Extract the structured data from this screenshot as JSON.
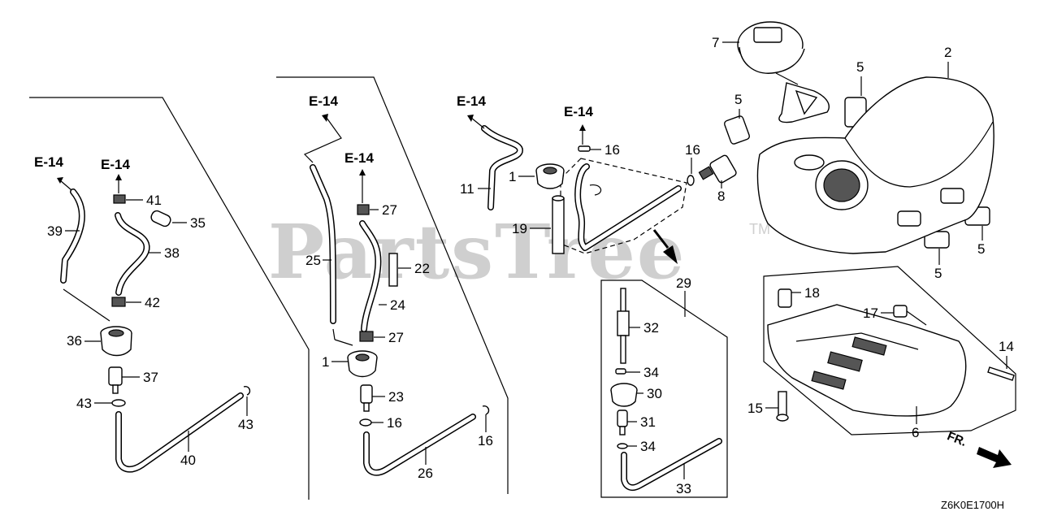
{
  "watermark": "PartsTree",
  "trademark": "TM",
  "diagram_code": "Z6K0E1700H",
  "front_indicator": "FR.",
  "references": {
    "r1": "E-14",
    "r2": "E-14",
    "r3": "E-14",
    "r4": "E-14",
    "r5": "E-14",
    "r6": "E-14"
  },
  "callouts": {
    "c39": "39",
    "c41": "41",
    "c35": "35",
    "c38": "38",
    "c42": "42",
    "c36": "36",
    "c37": "37",
    "c43a": "43",
    "c43b": "43",
    "c40": "40",
    "c25": "25",
    "c27a": "27",
    "c22": "22",
    "c24": "24",
    "c27b": "27",
    "c1b": "1",
    "c23": "23",
    "c16c": "16",
    "c16d": "16",
    "c26": "26",
    "c11": "11",
    "c1a": "1",
    "c19": "19",
    "c16a": "16",
    "c16b": "16",
    "c8": "8",
    "c7": "7",
    "c5a": "5",
    "c5b": "5",
    "c2": "2",
    "c5c": "5",
    "c5d": "5",
    "c29": "29",
    "c32": "32",
    "c34a": "34",
    "c30": "30",
    "c31": "31",
    "c34b": "34",
    "c33": "33",
    "c18": "18",
    "c17": "17",
    "c14": "14",
    "c15": "15",
    "c6": "6"
  },
  "colors": {
    "line": "#000000",
    "watermark": "#cfcfcf",
    "background": "#ffffff"
  },
  "icons": [
    "arrow-up-icon",
    "arrow-diagonal-icon",
    "front-arrow-icon"
  ]
}
